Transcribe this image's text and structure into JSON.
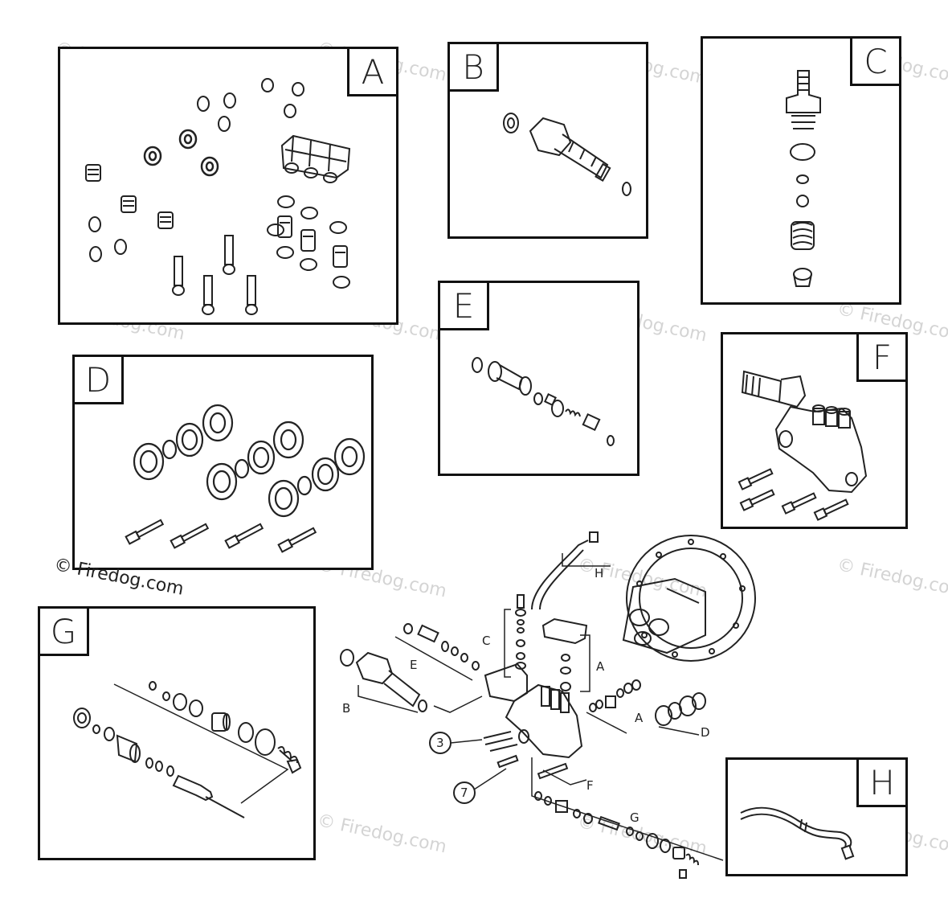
{
  "watermark": {
    "text": "© Firedog.com"
  },
  "panels": [
    {
      "id": "A",
      "letter": "A"
    },
    {
      "id": "B",
      "letter": "B"
    },
    {
      "id": "C",
      "letter": "C"
    },
    {
      "id": "D",
      "letter": "D"
    },
    {
      "id": "E",
      "letter": "E"
    },
    {
      "id": "F",
      "letter": "F"
    },
    {
      "id": "G",
      "letter": "G"
    },
    {
      "id": "H",
      "letter": "H"
    }
  ],
  "assembly": {
    "callouts": [
      "A",
      "A",
      "B",
      "C",
      "D",
      "E",
      "F",
      "G",
      "H"
    ],
    "numbered_parts": [
      "3",
      "7"
    ]
  }
}
